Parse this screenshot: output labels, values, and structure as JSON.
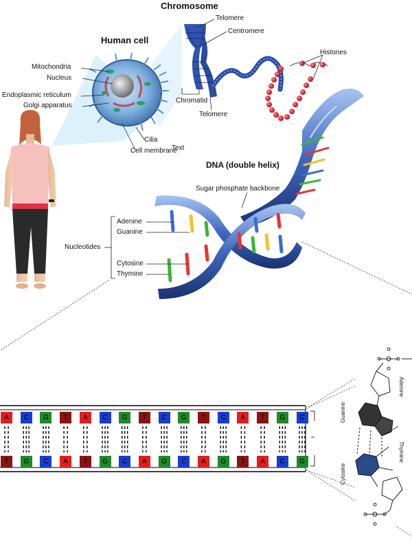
{
  "labels": {
    "chromosome": "Chromosome",
    "human_cell": "Human cell",
    "telomere_top": "Telomere",
    "centromere": "Centromere",
    "histones": "Histones",
    "mitochondria": "Mitochondria",
    "nucleus": "Nucleus",
    "endoplasmic_reticulum": "Endoplasmic reticulum",
    "golgi_apparatus": "Golgi apparatus",
    "chromatid": "Chromatid",
    "telomere_bottom": "Telomere",
    "cilia": "Cilia",
    "text": "Text",
    "cell_membrane": "Cell membrane",
    "dna_double_helix": "DNA (double helix)",
    "sugar_phosphate_backbone": "Sugar phosphate backbone",
    "adenine": "Adenine",
    "guanine": "Guanine",
    "nucleotides": "Nucleotides",
    "cytosine": "Cytosine",
    "thymine": "Thymine"
  },
  "molecule_labels": {
    "adenine": "Adenine",
    "guanine": "Guanine",
    "cytosine": "Cytosine",
    "thymine": "Thymine"
  },
  "sequence": {
    "top": [
      "A",
      "C",
      "G",
      "T",
      "A",
      "C",
      "G",
      "T",
      "C",
      "G",
      "T",
      "C",
      "A",
      "T",
      "G",
      "C"
    ],
    "bottom": [
      "T",
      "G",
      "C",
      "A",
      "T",
      "G",
      "C",
      "A",
      "G",
      "C",
      "A",
      "G",
      "T",
      "A",
      "C",
      "G"
    ],
    "colors": {
      "A": "#e02020",
      "C": "#1a3ccf",
      "G": "#1f8a2c",
      "T": "#8a1414"
    }
  }
}
